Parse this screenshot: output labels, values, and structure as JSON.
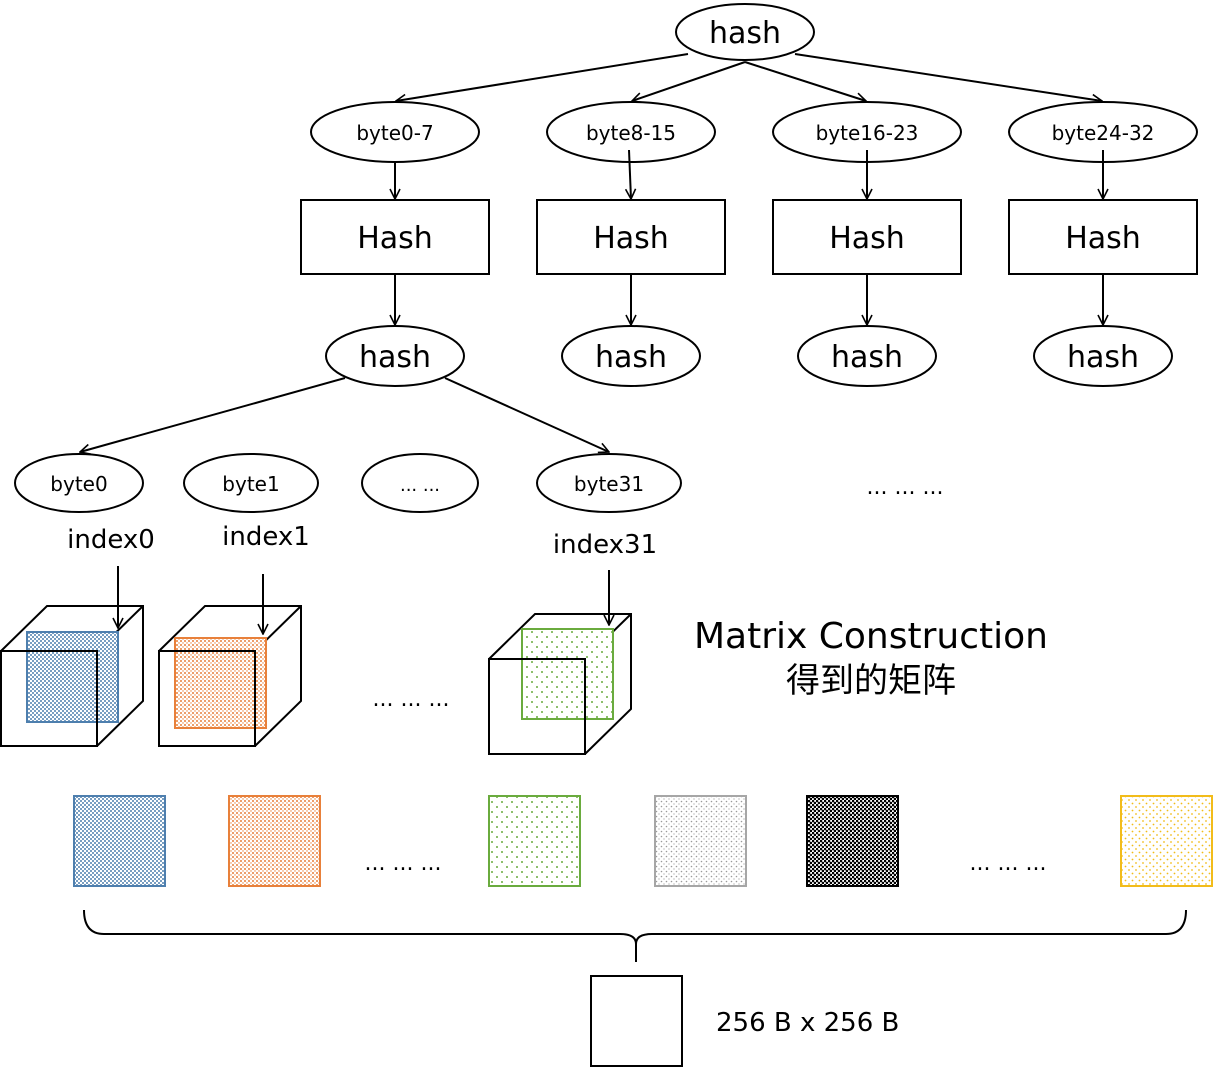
{
  "root": {
    "label": "hash"
  },
  "byte_groups": [
    {
      "label": "byte0-7",
      "block": "Hash",
      "result": "hash"
    },
    {
      "label": "byte8-15",
      "block": "Hash",
      "result": "hash"
    },
    {
      "label": "byte16-23",
      "block": "Hash",
      "result": "hash"
    },
    {
      "label": "byte24-32",
      "block": "Hash",
      "result": "hash"
    }
  ],
  "bytes": [
    {
      "label": "byte0",
      "index": "index0"
    },
    {
      "label": "byte1",
      "index": "index1"
    },
    {
      "label": "... ..."
    },
    {
      "label": "byte31",
      "index": "index31"
    }
  ],
  "ellipsis": "... ... ...",
  "matrix_caption": {
    "title": "Matrix Construction",
    "subtitle": "得到的矩阵"
  },
  "colors": {
    "blue": "#4e7fae",
    "orange": "#e8803a",
    "green": "#6aab3e",
    "gray": "#a6a6a6",
    "black": "#000000",
    "yellow": "#f2bc1a"
  },
  "result_label": "256 B x 256 B"
}
